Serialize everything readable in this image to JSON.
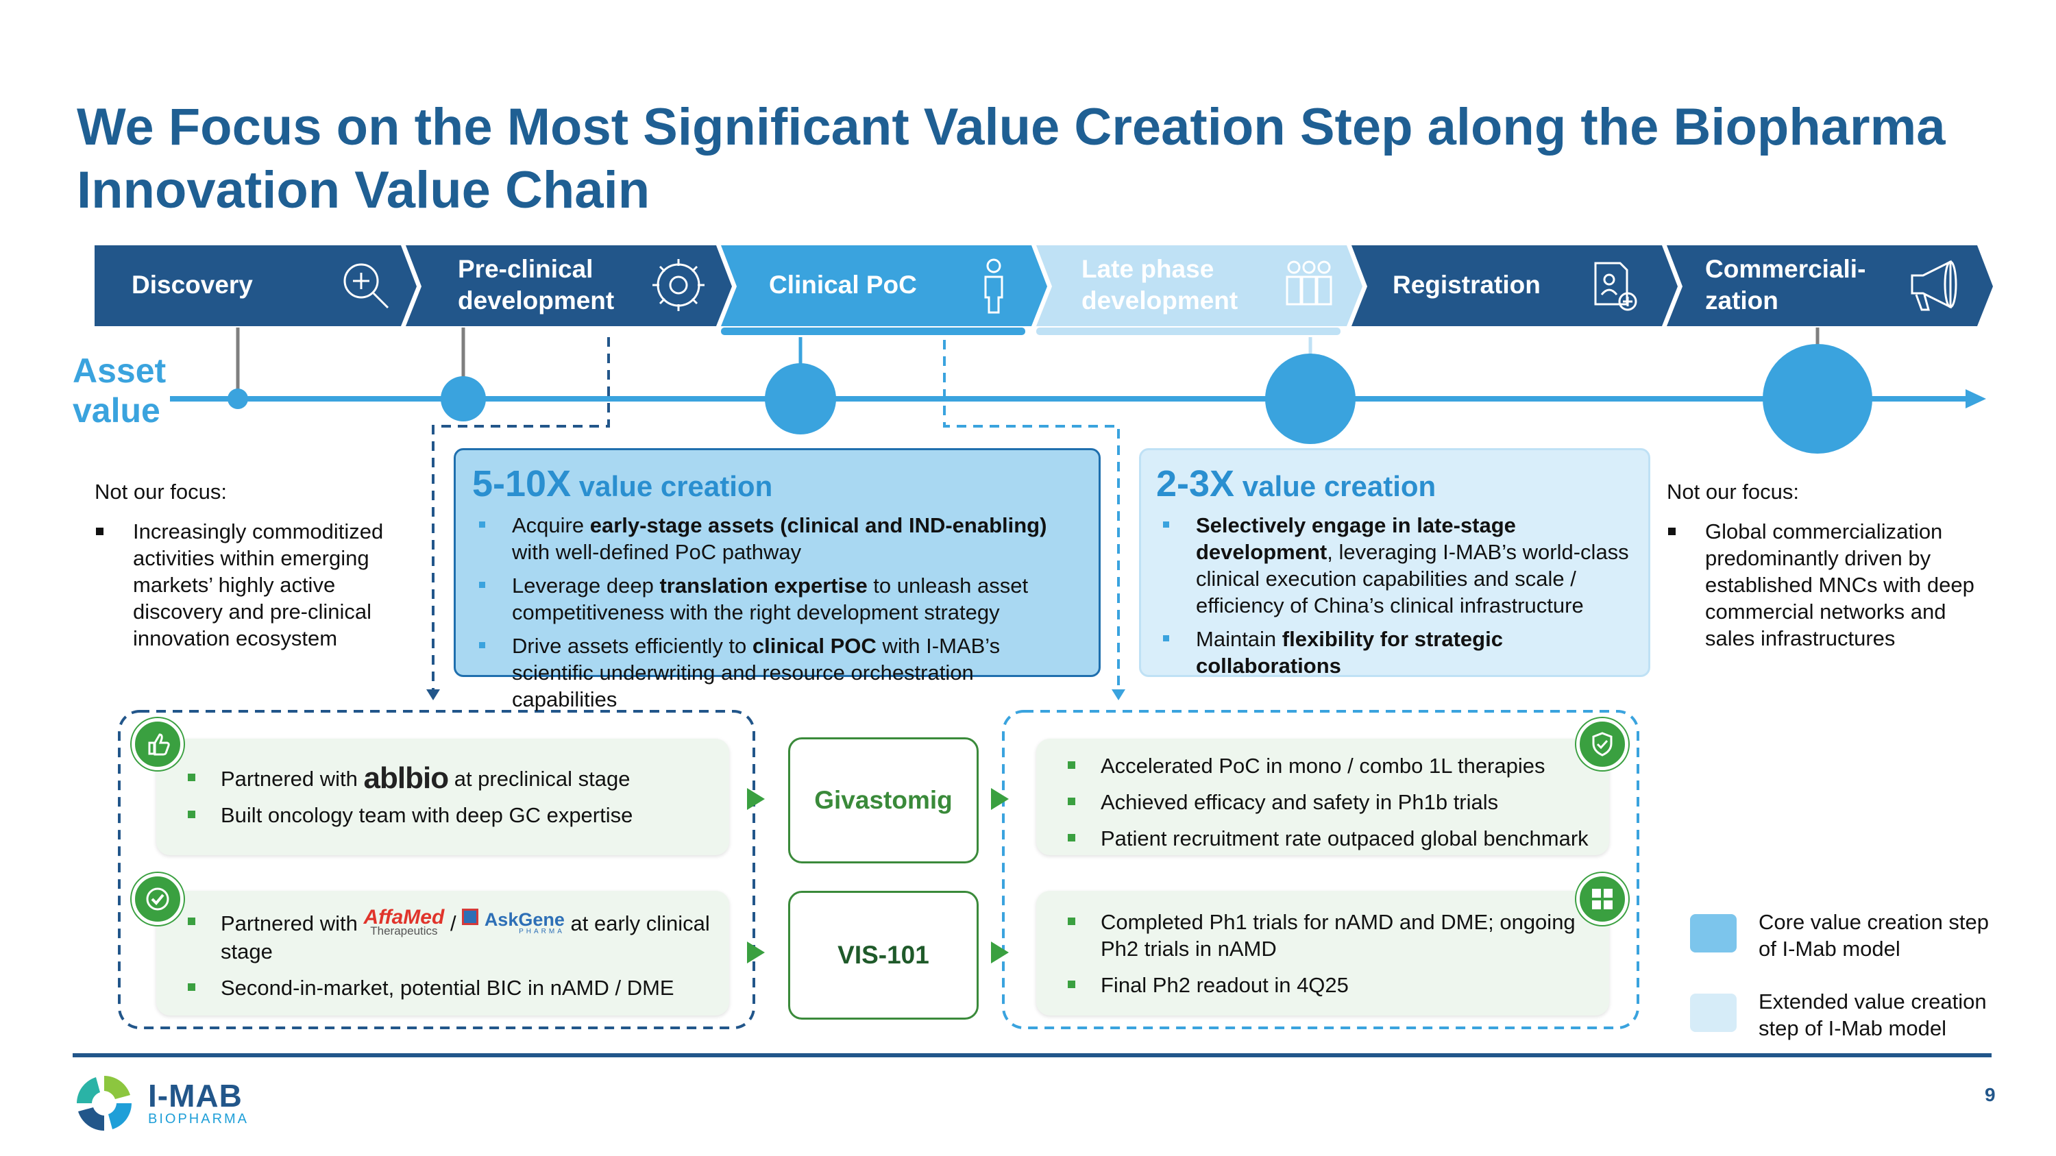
{
  "title_line1": "We Focus on the Most Significant Value Creation Step along the Biopharma",
  "title_line2": "Innovation Value Chain",
  "steps": [
    {
      "line1": "Discovery",
      "line2": "",
      "icon": "magnifier-icon",
      "color": "#22568a"
    },
    {
      "line1": "Pre-clinical",
      "line2": "development",
      "icon": "gear-icon",
      "color": "#22568a"
    },
    {
      "line1": "Clinical PoC",
      "line2": "",
      "icon": "person-icon",
      "color": "#3aa3de"
    },
    {
      "line1": "Late phase",
      "line2": "development",
      "icon": "group-icon",
      "color": "#bfe1f5"
    },
    {
      "line1": "Registration",
      "line2": "",
      "icon": "document-user-icon",
      "color": "#22568a"
    },
    {
      "line1": "Commerciali-",
      "line2": "zation",
      "icon": "megaphone-icon",
      "color": "#22568a"
    }
  ],
  "asset_value": {
    "line1": "Asset",
    "line2": "value"
  },
  "not_focus_left": {
    "title": "Not our focus:",
    "bullet": [
      "Increasingly commoditized",
      "activities within emerging",
      "markets’ highly active",
      "discovery and pre-clinical",
      "innovation ecosystem"
    ]
  },
  "not_focus_right": {
    "title": "Not our focus:",
    "bullet": [
      "Global commercialization",
      "predominantly driven by",
      "established MNCs with deep",
      "commercial networks and",
      "sales infrastructures"
    ]
  },
  "box_poc": {
    "multiplier": "5-10X",
    "label": " value creation",
    "bullets": [
      {
        "pre": "Acquire ",
        "bold": "early-stage assets (clinical and IND-enabling)",
        "post": " with well-defined PoC pathway"
      },
      {
        "pre": "Leverage deep ",
        "bold": "translation expertise",
        "post": " to unleash asset competitiveness with the right development strategy"
      },
      {
        "pre": "Drive assets efficiently to ",
        "bold": "clinical POC",
        "post": " with I-MAB’s scientific underwriting and resource orchestration capabilities"
      }
    ]
  },
  "box_late": {
    "multiplier": "2-3X",
    "label": " value creation",
    "bullets": [
      {
        "pre": "",
        "bold": "Selectively engage in late-stage development",
        "post": ", leveraging I-MAB’s world-class clinical execution capabilities and scale / efficiency of China’s clinical infrastructure"
      },
      {
        "pre": "Maintain ",
        "bold": "flexibility for strategic collaborations",
        "post": ""
      }
    ]
  },
  "givastomig": {
    "name": "Givastomig",
    "left": {
      "partner_pre": "Partnered with",
      "partner_logo": "ablbio",
      "partner_post": "at preclinical stage",
      "b2": "Built oncology team with deep GC expertise"
    },
    "right": [
      "Accelerated PoC in mono / combo 1L therapies",
      "Achieved efficacy and safety in Ph1b trials",
      "Patient recruitment rate outpaced global benchmark"
    ]
  },
  "vis101": {
    "name": "VIS-101",
    "left": {
      "partner_pre": "Partnered with",
      "logo1_top": "AffaMed",
      "logo1_sub": "Therapeutics",
      "sep": "/",
      "logo2": "AskGene",
      "logo2_sub": "PHARMA",
      "partner_post": "at early clinical",
      "partner_post2": "stage",
      "b2": "Second-in-market, potential BIC in nAMD / DME"
    },
    "right": [
      "Completed Ph1 trials for nAMD and DME; ongoing",
      "Ph2 trials in nAMD",
      "Final Ph2 readout in 4Q25"
    ]
  },
  "legend": {
    "core": [
      "Core value creation step",
      "of I-Mab model"
    ],
    "extended": [
      "Extended value creation",
      "step of I-Mab model"
    ],
    "core_color": "#7cc5ec",
    "extended_color": "#d6ecf8"
  },
  "footer": {
    "logo_main": "I-MAB",
    "logo_sub": "BIOPHARMA",
    "page": "9"
  }
}
